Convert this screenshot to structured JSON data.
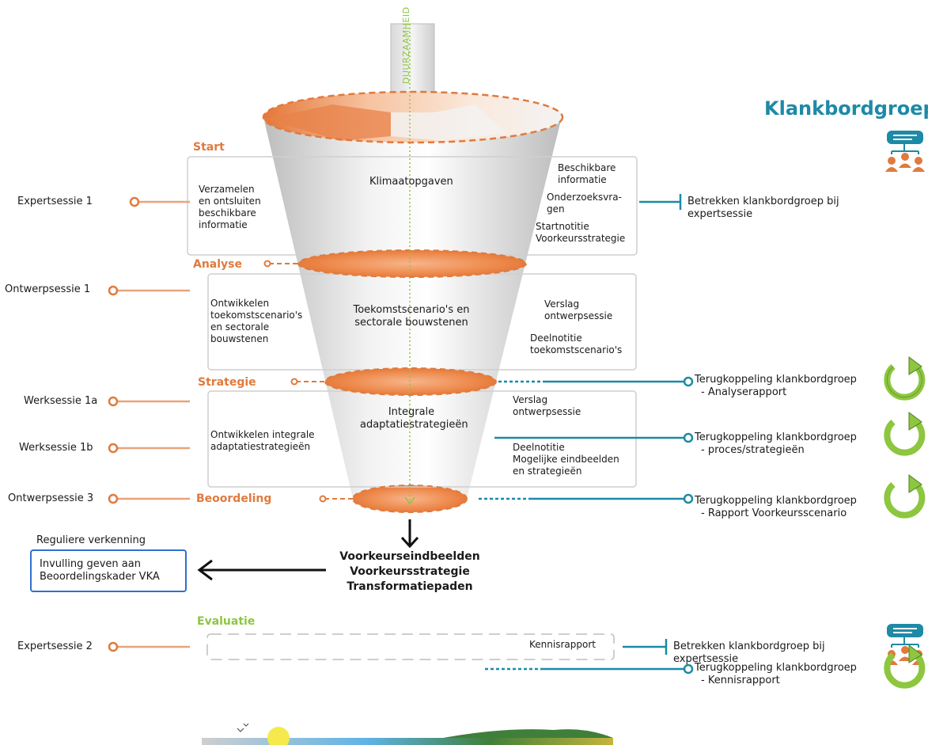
{
  "pillar_label": "DUURZAAMHEID",
  "title": "Klankbordgroep",
  "phases": {
    "start": "Start",
    "analyse": "Analyse",
    "strategie": "Strategie",
    "beoordeling": "Beoordeling",
    "evaluatie": "Evaluatie"
  },
  "sessions": {
    "expert1": "Expertsessie 1",
    "ontwerp1": "Ontwerpsessie 1",
    "werk1a": "Werksessie 1a",
    "werk1b": "Werksessie 1b",
    "ontwerp3": "Ontwerpsessie 3",
    "expert2": "Expertsessie 2"
  },
  "start_block": {
    "left": [
      "Verzamelen",
      "en ontsluiten",
      "beschikbare",
      "informatie"
    ],
    "center": "Klimaatopgaven",
    "right": [
      "Beschikbare",
      "informatie",
      "Onderzoeksvra-",
      "gen",
      "Startnotitie",
      "Voorkeursstrategie"
    ]
  },
  "analyse_block": {
    "left": [
      "Ontwikkelen",
      "toekomstscenario's",
      "en sectorale",
      "bouwstenen"
    ],
    "center": [
      "Toekomstscenario's en",
      "sectorale bouwstenen"
    ],
    "right": [
      "Verslag",
      "ontwerpsessie",
      "Deelnotitie",
      "toekomstscenario's"
    ]
  },
  "strategie_block": {
    "left": [
      "Ontwikkelen integrale",
      "adaptatiestrategieën"
    ],
    "center": [
      "Integrale",
      "adaptatiestrategieën"
    ],
    "right": [
      "Verslag",
      "ontwerpsessie",
      "Deelnotitie",
      "Mogelijke eindbeelden",
      "en strategieën"
    ]
  },
  "outcomes": [
    "Voorkeurseindbeelden",
    "Voorkeursstrategie",
    "Transformatiepaden"
  ],
  "reguliere": {
    "label": "Reguliere verkenning",
    "box": [
      "Invulling geven aan",
      "Beoordelingskader VKA"
    ]
  },
  "evaluatie_box": "Kennisrapport",
  "klankbord": {
    "betrekken": [
      "Betrekken klankbordgroep bij",
      "expertsessie"
    ],
    "terug1": [
      "Terugkoppeling klankbordgroep",
      "- Analyserapport"
    ],
    "terug2": [
      "Terugkoppeling klankbordgroep",
      "- proces/strategieën"
    ],
    "terug3": [
      "Terugkoppeling klankbordgroep",
      "- Rapport Voorkeursscenario"
    ],
    "betrekken2": [
      "Betrekken klankbordgroep bij",
      "expertsessie"
    ],
    "terug4": [
      "Terugkoppeling klankbordgroep",
      "- Kennisrapport"
    ]
  },
  "icons": {
    "group": "people-speech-icon",
    "feedback": "green-cycle-arrow-icon"
  },
  "colors": {
    "orange": "#e07a3e",
    "teal": "#1d8aa6",
    "green": "#8dc63f",
    "blue_box": "#2f6fd0"
  }
}
